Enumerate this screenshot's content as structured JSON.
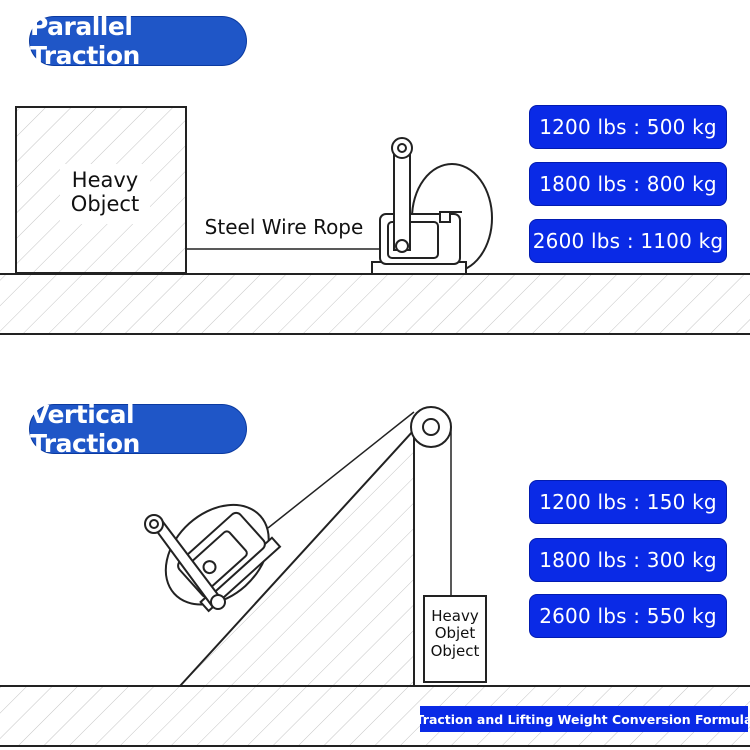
{
  "parallel": {
    "title": "Parallel Traction",
    "object_label": "Heavy\nObject",
    "rope_label": "Steel Wire Rope",
    "loads": [
      "1200 lbs : 500 kg",
      "1800 lbs : 800 kg",
      "2600 lbs : 1100 kg"
    ]
  },
  "vertical": {
    "title": "Vertical Traction",
    "object_label": "Heavy\nObjet\nObject",
    "loads": [
      "1200 lbs : 150 kg",
      "1800 lbs : 300 kg",
      "2600 lbs : 550 kg"
    ]
  },
  "footer": "Traction and Lifting Weight Conversion Formula",
  "colors": {
    "title_pill": "#1f56c7",
    "load_badge": "#0a2ae6",
    "line": "#222222",
    "hatch": "#bbbbbb"
  }
}
